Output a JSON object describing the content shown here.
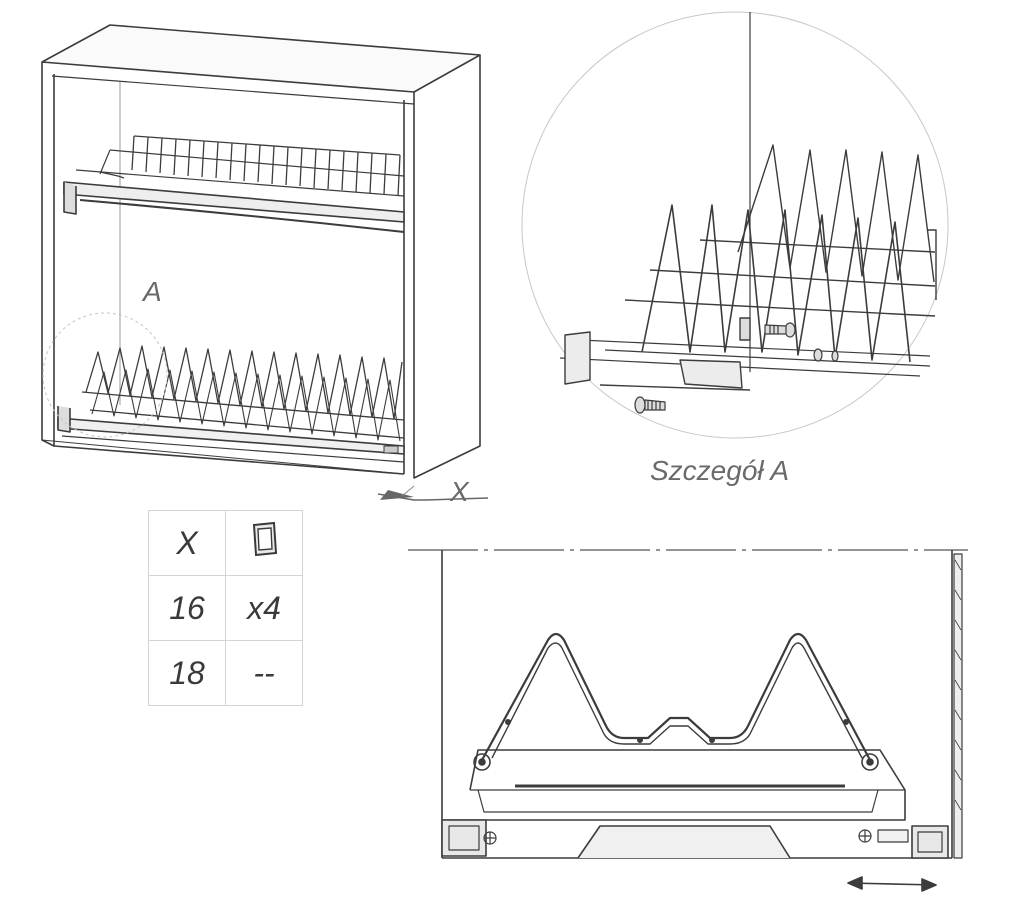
{
  "labels": {
    "detail_marker": "A",
    "dimension_marker": "X",
    "detail_title": "Szczegół A"
  },
  "spec_table": {
    "header": {
      "col1": "X",
      "icon": "spacer-pad-icon"
    },
    "rows": [
      {
        "thickness": "16",
        "quantity": "x4"
      },
      {
        "thickness": "18",
        "quantity": "--"
      }
    ]
  },
  "colors": {
    "line": "#3c3c3c",
    "faint": "#b9b9b9",
    "label": "#6a6a6a"
  }
}
